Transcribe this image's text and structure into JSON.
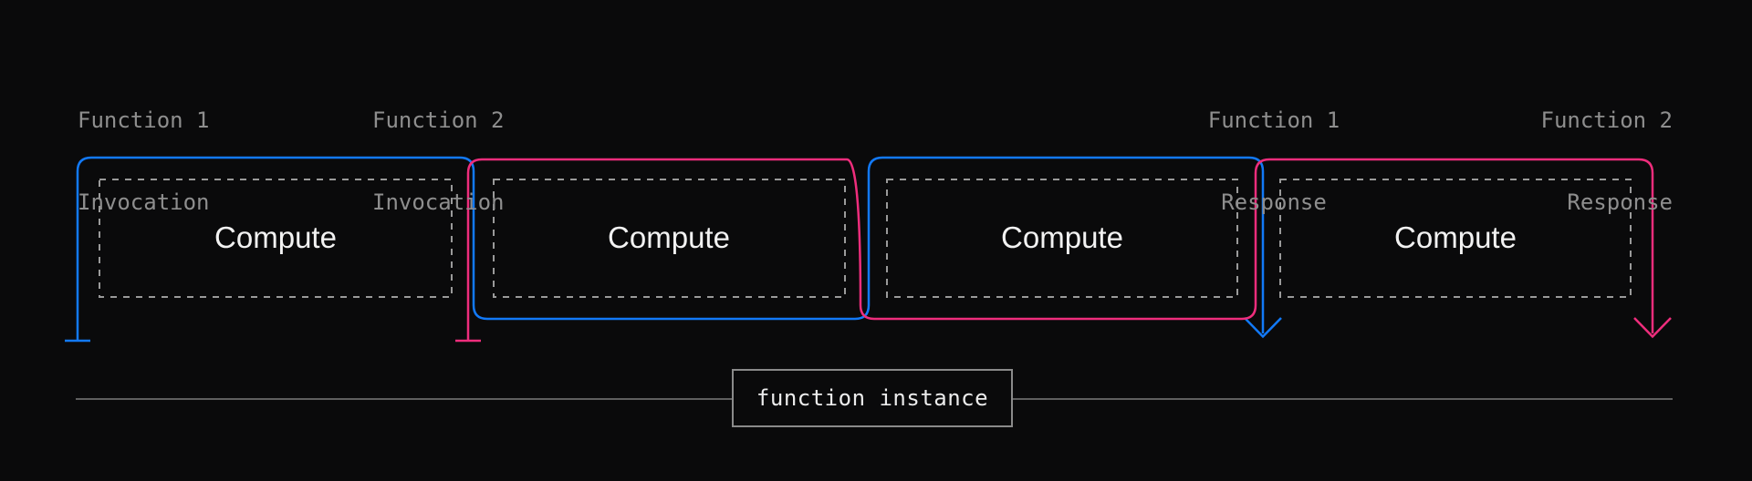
{
  "timeline": {
    "events": [
      {
        "id": "function1-invocation",
        "line1": "Function 1",
        "line2": "Invocation"
      },
      {
        "id": "function2-invocation",
        "line1": "Function 2",
        "line2": "Invocation"
      },
      {
        "id": "function1-response",
        "line1": "Function 1",
        "line2": "Response"
      },
      {
        "id": "function2-response",
        "line1": "Function 2",
        "line2": "Response"
      }
    ],
    "instance_label": "function instance"
  },
  "compute_boxes": [
    {
      "label": "Compute"
    },
    {
      "label": "Compute"
    },
    {
      "label": "Compute"
    },
    {
      "label": "Compute"
    }
  ],
  "colors": {
    "background": "#0a0a0b",
    "function1_blue": "#1279f7",
    "function2_pink": "#ee2d7c",
    "annotation_gray": "#8e8e8e",
    "dashed_border_gray": "#9a9a9a",
    "compute_text": "#f2f2f2",
    "timeline_rule_gray": "#5f5f5f",
    "instance_border_gray": "#8a8a8a"
  }
}
